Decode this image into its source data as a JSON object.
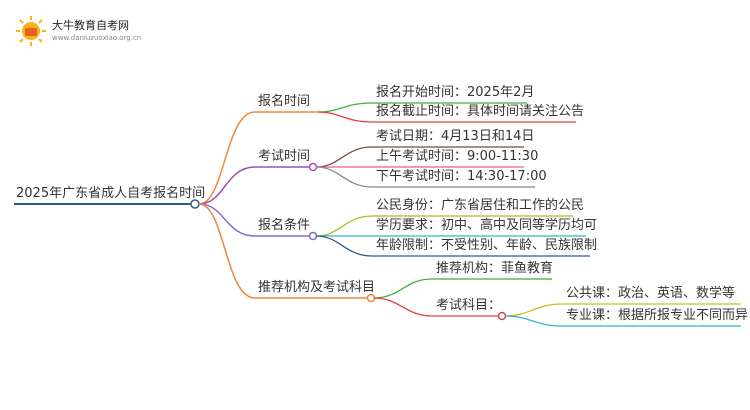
{
  "header": {
    "site_name": "大牛教育自考网",
    "site_url": "www.daniuzuoxiao.org.cn"
  },
  "root": {
    "label": "2025年广东省成人自考报名时间",
    "color": "#2E5D8A"
  },
  "branches": [
    {
      "label": "报名时间",
      "color": "#F0883A",
      "children": [
        {
          "label": "报名开始时间：2025年2月",
          "color": "#3FAE3F"
        },
        {
          "label": "报名截止时间：具体时间请关注公告",
          "color": "#E0413E"
        }
      ]
    },
    {
      "label": "考试时间",
      "color": "#9B4FC0",
      "children": [
        {
          "label": "考试日期：4月13日和14日",
          "color": "#7A4A3A"
        },
        {
          "label": "上午考试时间：9:00-11:30",
          "color": "#E75A9A"
        },
        {
          "label": "下午考试时间：14:30-17:00",
          "color": "#888888"
        }
      ]
    },
    {
      "label": "报名条件",
      "color": "#8A6AD0",
      "children": [
        {
          "label": "公民身份：广东省居住和工作的公民",
          "color": "#B5B81E"
        },
        {
          "label": "学历要求：初中、高中及同等学历均可",
          "color": "#2FB8C8"
        },
        {
          "label": "年龄限制：不受性别、年龄、民族限制",
          "color": "#2E5D8A"
        }
      ]
    },
    {
      "label": "推荐机构及考试科目",
      "color": "#F0883A",
      "children": [
        {
          "label": "推荐机构：菲鱼教育",
          "color": "#3FAE3F"
        },
        {
          "label": "考试科目：",
          "color": "#E0413E",
          "children": [
            {
              "label": "公共课：政治、英语、数学等",
              "color": "#C8C21E"
            },
            {
              "label": "专业课：根据所报专业不同而异",
              "color": "#2FB8C8"
            }
          ]
        }
      ]
    }
  ]
}
